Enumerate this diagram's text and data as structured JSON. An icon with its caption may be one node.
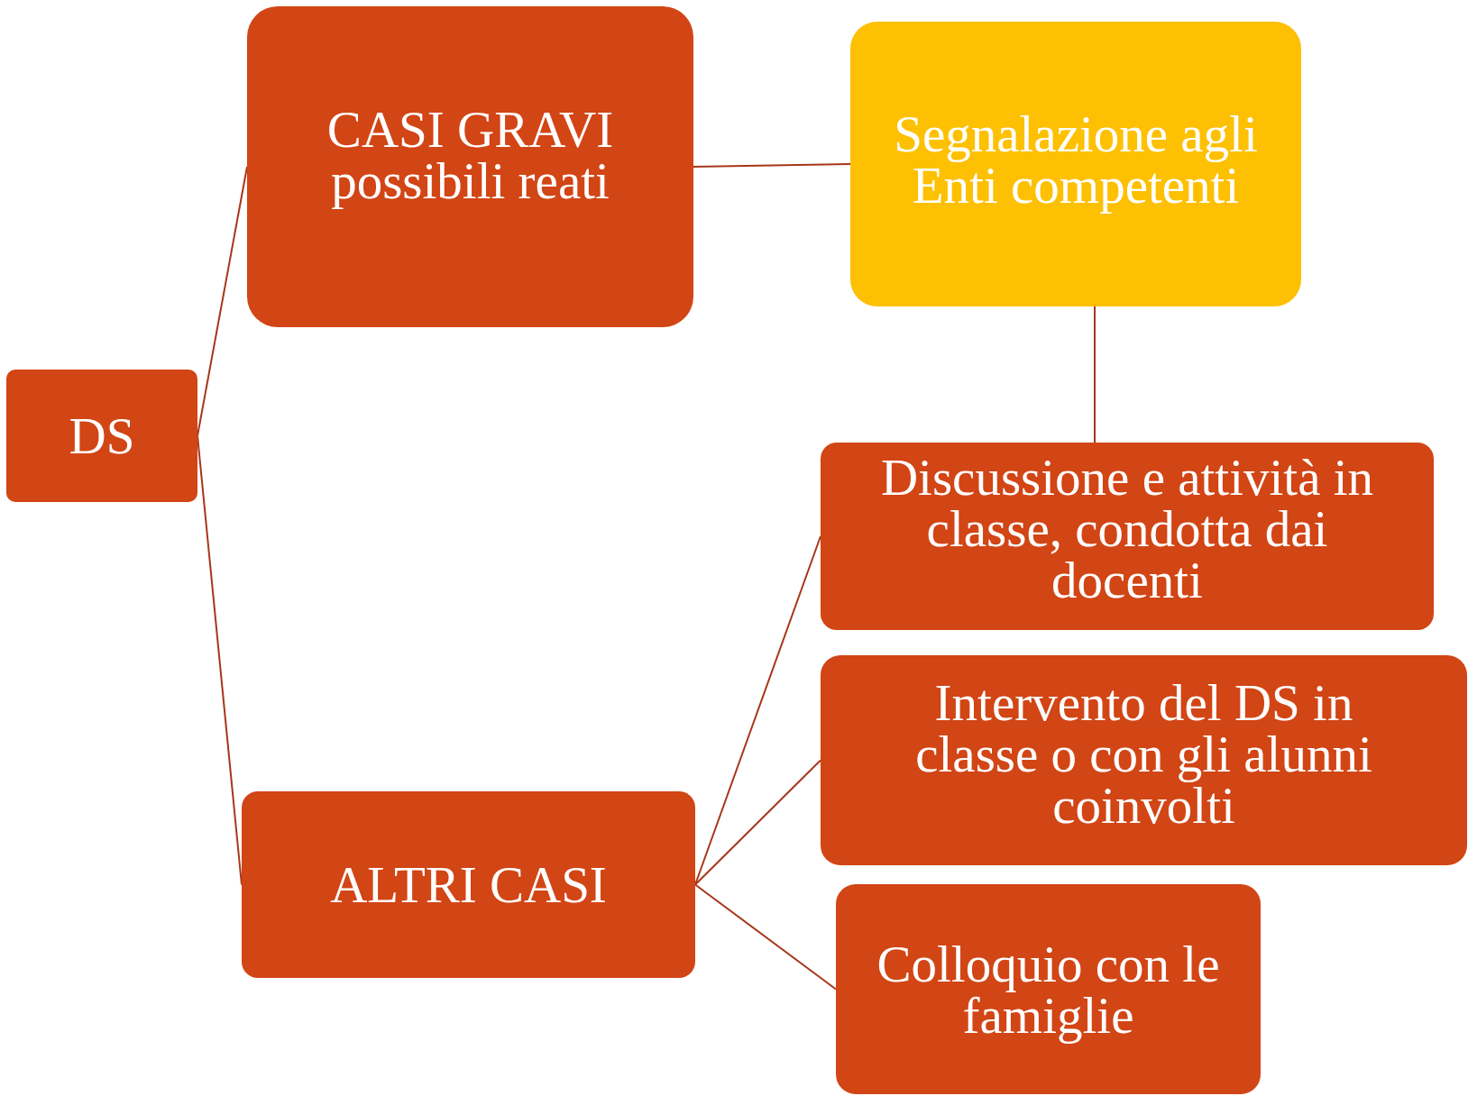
{
  "diagram": {
    "nodes": [
      {
        "text": [
          "DS"
        ]
      },
      {
        "text": [
          "CASI GRAVI possibili reati"
        ]
      },
      {
        "text": [
          "Segnalazione agli Enti competenti"
        ]
      },
      {
        "text": [
          "ALTRI CASI"
        ]
      },
      {
        "text": [
          "Discussione e attività in classe, condotta dai docenti"
        ]
      },
      {
        "text": [
          "Intervento del DS in classe o con gli alunni coinvolti"
        ]
      },
      {
        "text": [
          "Colloquio con le famiglie"
        ]
      }
    ],
    "edges": [
      {
        "from": 0,
        "to": 1,
        "arrow": "none"
      },
      {
        "from": 0,
        "to": 3,
        "arrow": "none"
      },
      {
        "from": 1,
        "to": 2,
        "arrow": "none"
      },
      {
        "from": 2,
        "to": 4,
        "arrow": "none"
      },
      {
        "from": 3,
        "to": 4,
        "arrow": "none"
      },
      {
        "from": 3,
        "to": 5,
        "arrow": "none"
      },
      {
        "from": 3,
        "to": 6,
        "arrow": "none"
      }
    ]
  }
}
